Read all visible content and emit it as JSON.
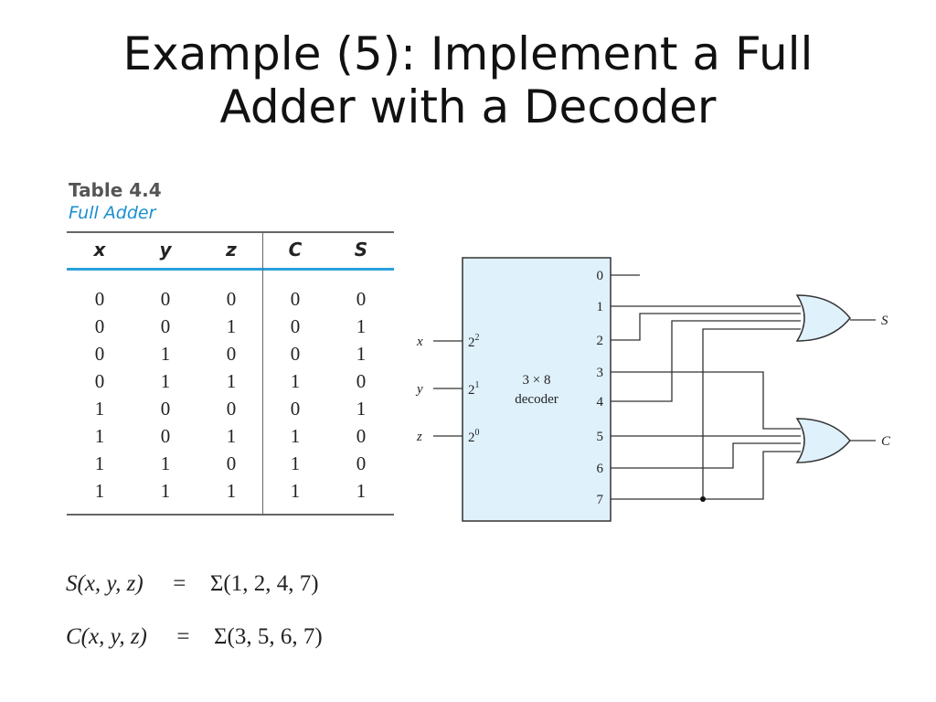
{
  "title": {
    "line1": "Example (5): Implement a Full",
    "line2": "Adder with a Decoder"
  },
  "table": {
    "number": "Table 4.4",
    "name": "Full Adder",
    "headers": [
      "x",
      "y",
      "z",
      "C",
      "S"
    ],
    "rows": [
      [
        "0",
        "0",
        "0",
        "0",
        "0"
      ],
      [
        "0",
        "0",
        "1",
        "0",
        "1"
      ],
      [
        "0",
        "1",
        "0",
        "0",
        "1"
      ],
      [
        "0",
        "1",
        "1",
        "1",
        "0"
      ],
      [
        "1",
        "0",
        "0",
        "0",
        "1"
      ],
      [
        "1",
        "0",
        "1",
        "1",
        "0"
      ],
      [
        "1",
        "1",
        "0",
        "1",
        "0"
      ],
      [
        "1",
        "1",
        "1",
        "1",
        "1"
      ]
    ]
  },
  "decoder": {
    "label_line1": "3 × 8",
    "label_line2": "decoder",
    "inputs": [
      {
        "signal": "x",
        "weight": "2",
        "exp": "2"
      },
      {
        "signal": "y",
        "weight": "2",
        "exp": "1"
      },
      {
        "signal": "z",
        "weight": "2",
        "exp": "0"
      }
    ],
    "outputs": [
      "0",
      "1",
      "2",
      "3",
      "4",
      "5",
      "6",
      "7"
    ],
    "fill_color": "#dff1fb",
    "gate_fill_color": "#dff1fb"
  },
  "gates": {
    "sum_output": "S",
    "carry_output": "C"
  },
  "equations": {
    "sum": {
      "lhs": "S(x, y, z)",
      "eq": "=",
      "rhs": "Σ(1, 2, 4, 7)"
    },
    "carry": {
      "lhs": "C(x, y, z)",
      "eq": "=",
      "rhs": "Σ(3, 5, 6, 7)"
    }
  }
}
